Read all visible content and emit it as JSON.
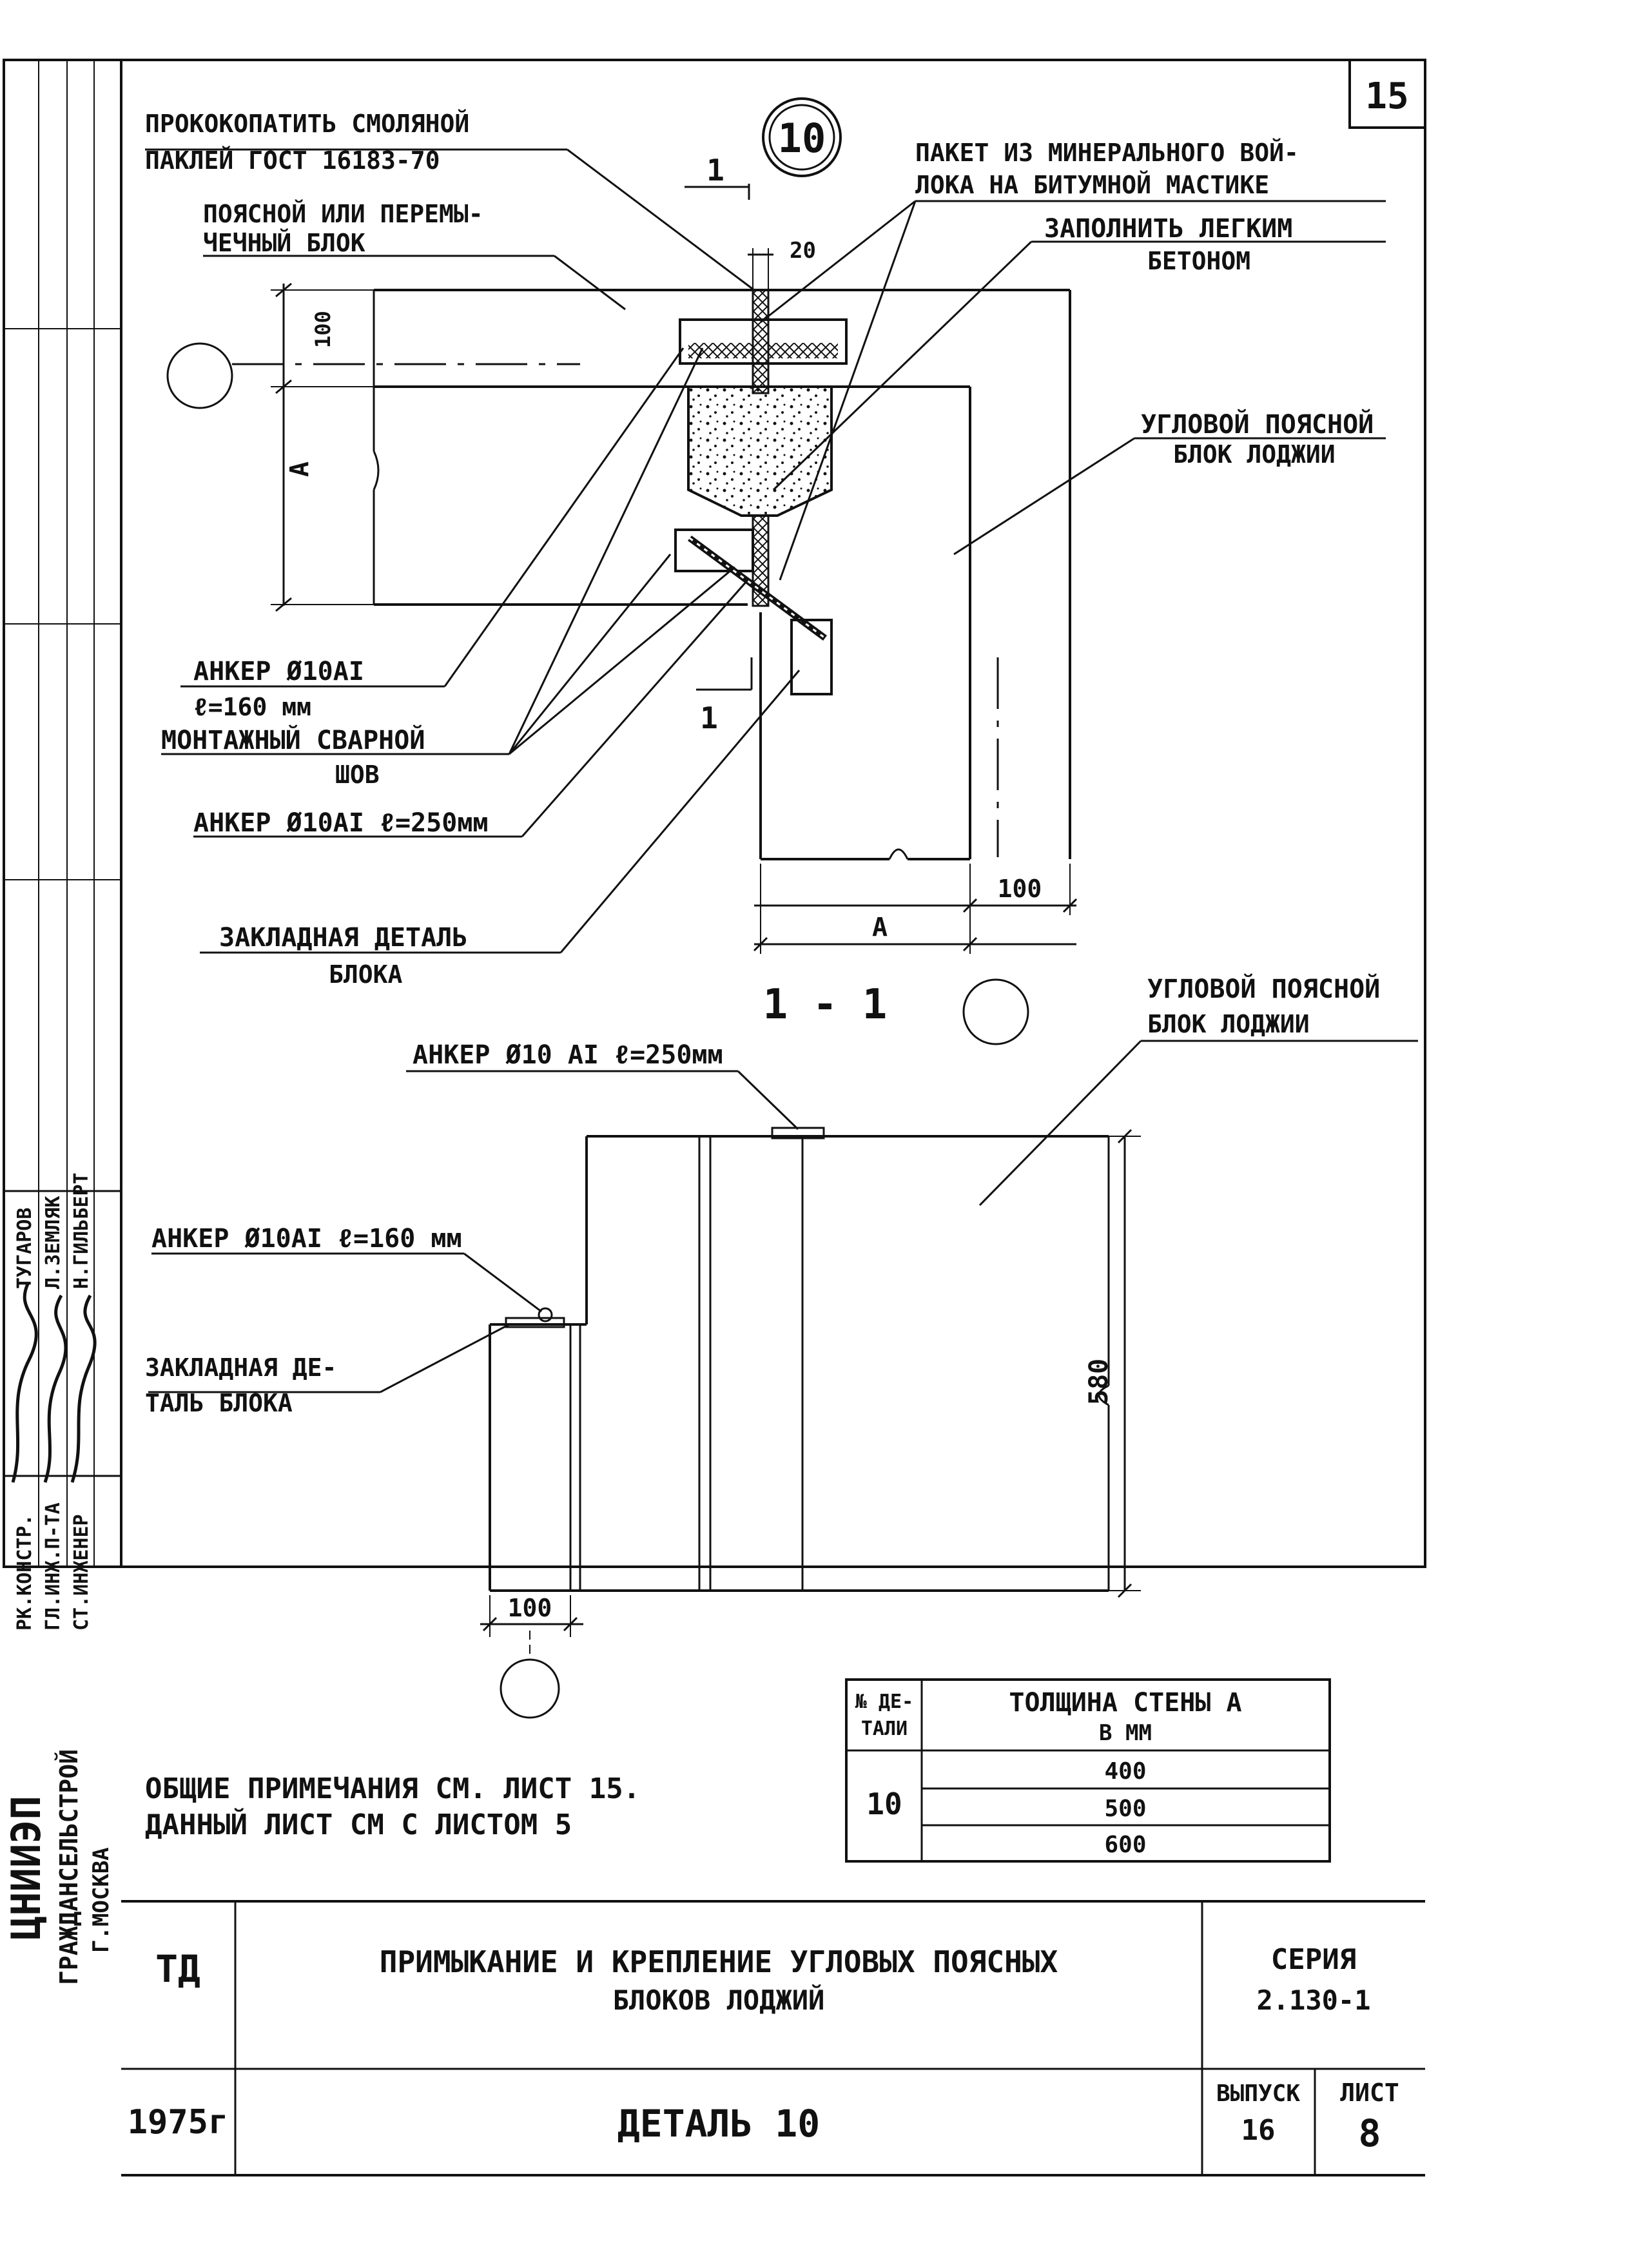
{
  "sheet": {
    "page_number": "15",
    "detail_marker": "10",
    "section_mark": "1",
    "section_title": "1 - 1"
  },
  "labels": {
    "caulk_line1": "ПРОКОКОПАТИТЬ СМОЛЯНОЙ",
    "caulk_line2": "ПАКЛЕЙ ГОСТ 16183-70",
    "belt_block_line1": "ПОЯСНОЙ ИЛИ ПЕРЕМЫ-",
    "belt_block_line2": "ЧЕЧНЫЙ БЛОК",
    "felt_line1": "ПАКЕТ ИЗ МИНЕРАЛЬНОГО ВОЙ-",
    "felt_line2": "ЛОКА НА БИТУМНОЙ МАСТИКЕ",
    "fill_line1": "ЗАПОЛНИТЬ ЛЕГКИМ",
    "fill_line2": "БЕТОНОМ",
    "corner_block_line1": "УГЛОВОЙ ПОЯСНОЙ",
    "corner_block_line2": "БЛОК ЛОДЖИИ",
    "anchor160_line1": "АНКЕР Ø10АI",
    "anchor160_line2": "ℓ=160 мм",
    "weld_line1": "МОНТАЖНЫЙ СВАРНОЙ",
    "weld_line2": "ШОВ",
    "anchor250": "АНКЕР Ø10АI ℓ=250мм",
    "embedded_line1": "ЗАКЛАДНАЯ ДЕТАЛЬ",
    "embedded_line2": "БЛОКА",
    "corner_block2_line1": "УГЛОВОЙ ПОЯСНОЙ",
    "corner_block2_line2": "БЛОК ЛОДЖИИ",
    "anchor250_b": "АНКЕР Ø10 АI ℓ=250мм",
    "anchor160_b": "АНКЕР Ø10АI ℓ=160 мм",
    "embedded2_line1": "ЗАКЛАДНАЯ ДЕ-",
    "embedded2_line2": "ТАЛЬ БЛОКА"
  },
  "dimensions": {
    "gap_20": "20",
    "d100_top": "100",
    "dim_A_left": "А",
    "d100_right": "100",
    "dim_A_bottom": "А",
    "d580": "580",
    "d100_bottom": "100"
  },
  "table": {
    "col1_header_line1": "№ ДЕ-",
    "col1_header_line2": "ТАЛИ",
    "col2_header_line1": "ТОЛЩИНА СТЕНЫ А",
    "col2_header_line2": "В ММ",
    "detail_no": "10",
    "values": [
      "400",
      "500",
      "600"
    ]
  },
  "notes": {
    "line1": "ОБЩИЕ ПРИМЕЧАНИЯ СМ. ЛИСТ 15.",
    "line2": "ДАННЫЙ ЛИСТ СМ С ЛИСТОМ 5"
  },
  "side_stamp": {
    "org_line1": "ЦНИИЭП",
    "org_line2": "ГРАЖДАНСЕЛЬСТРОЙ",
    "org_line3": "Г.МОСКВА",
    "role1": "РК.КОНСТР.",
    "role2": "ГЛ.ИНЖ.П-ТА",
    "role3": "СТ.ИНЖЕНЕР",
    "name1": "ТУГАРОВ",
    "name2": "Л.ЗЕМЛЯК",
    "name3": "Н.ГИЛЬБЕРТ"
  },
  "title_block": {
    "code": "ТД",
    "title_line1": "ПРИМЫКАНИЕ И КРЕПЛЕНИЕ УГЛОВЫХ ПОЯСНЫХ",
    "title_line2": "БЛОКОВ ЛОДЖИЙ",
    "series_label": "СЕРИЯ",
    "series_value": "2.130-1",
    "year": "1975г",
    "detail_title": "ДЕТАЛЬ 10",
    "issue_label": "ВЫПУСК",
    "issue_value": "16",
    "sheet_label": "ЛИСТ",
    "sheet_value": "8"
  }
}
